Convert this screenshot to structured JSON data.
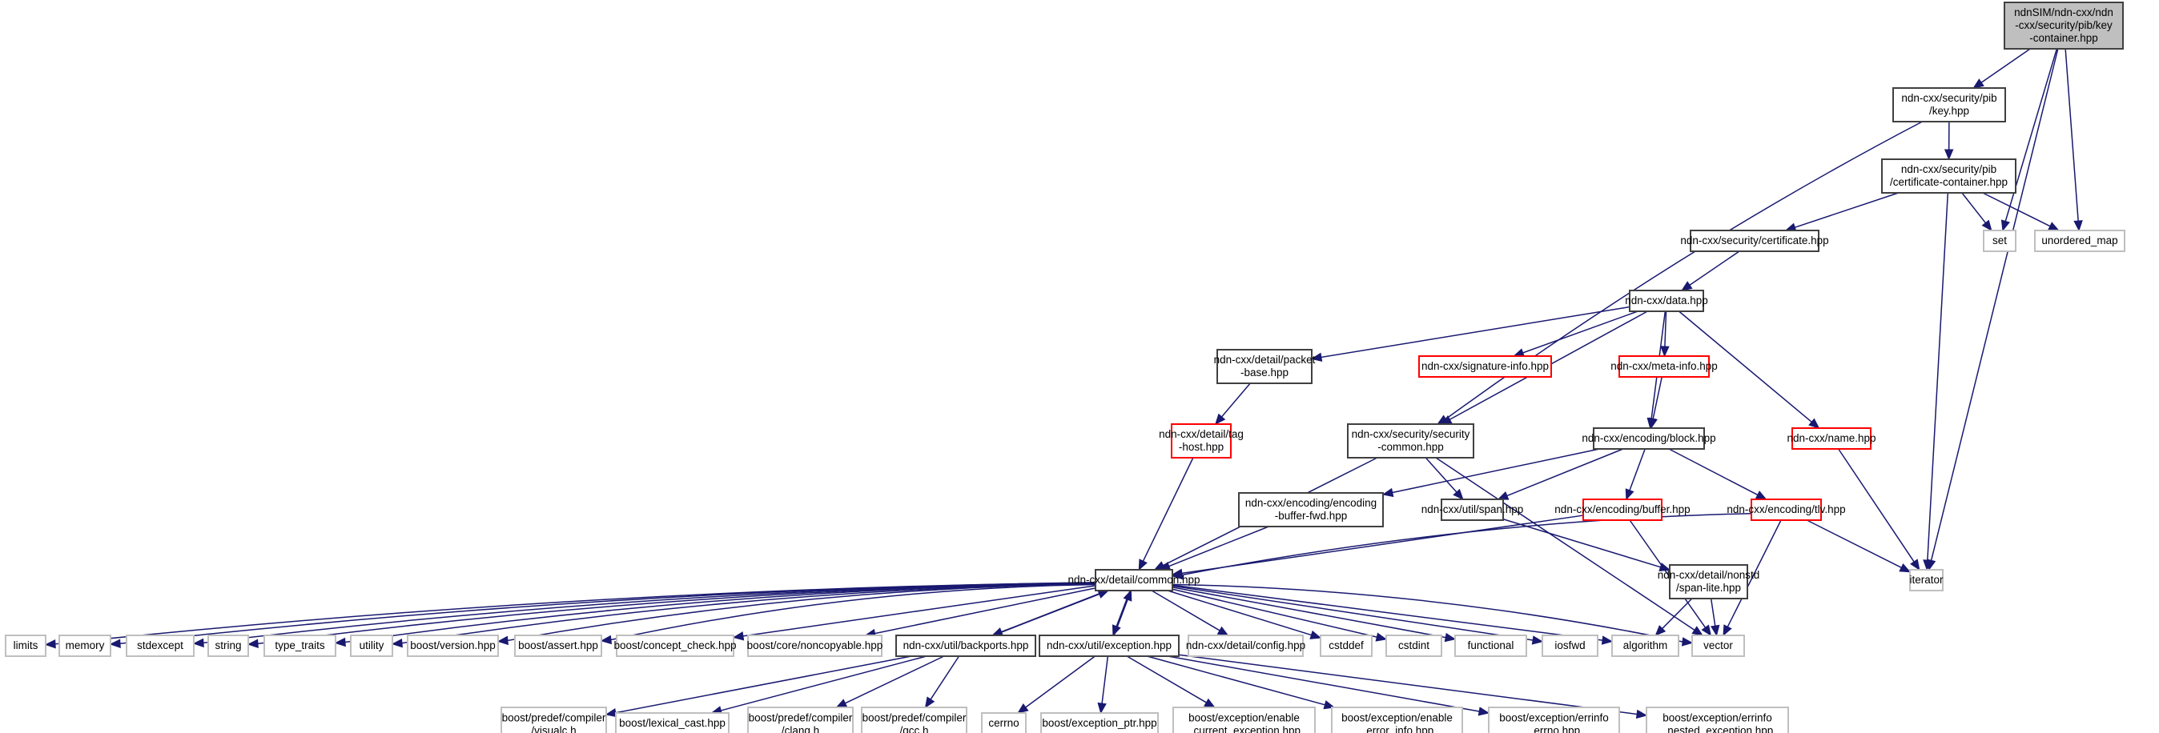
{
  "title": "ndnSIM/ndn-cxx/ndn-cxx/security/pib/key-container.hpp include dependency graph",
  "legend": {
    "root_fill": "#bfbfbf",
    "documented_border": "#404040",
    "undocumented_border": "#ff0000",
    "external_border": "#bfbfbf",
    "edge_color": "#191970"
  },
  "nodes": [
    {
      "id": "root",
      "kind": "root",
      "lines": [
        "ndnSIM/ndn-cxx/ndn",
        "-cxx/security/pib/key",
        "-container.hpp"
      ]
    },
    {
      "id": "key",
      "kind": "doc",
      "lines": [
        "ndn-cxx/security/pib",
        "/key.hpp"
      ]
    },
    {
      "id": "certcont",
      "kind": "doc",
      "lines": [
        "ndn-cxx/security/pib",
        "/certificate-container.hpp"
      ]
    },
    {
      "id": "set",
      "kind": "ext",
      "lines": [
        "set"
      ]
    },
    {
      "id": "umap",
      "kind": "ext",
      "lines": [
        "unordered_map"
      ]
    },
    {
      "id": "cert",
      "kind": "doc",
      "lines": [
        "ndn-cxx/security/certificate.hpp"
      ]
    },
    {
      "id": "data",
      "kind": "doc",
      "lines": [
        "ndn-cxx/data.hpp"
      ]
    },
    {
      "id": "packetbase",
      "kind": "doc",
      "lines": [
        "ndn-cxx/detail/packet",
        "-base.hpp"
      ]
    },
    {
      "id": "siginfo",
      "kind": "nodoc",
      "lines": [
        "ndn-cxx/signature-info.hpp"
      ]
    },
    {
      "id": "metainfo",
      "kind": "nodoc",
      "lines": [
        "ndn-cxx/meta-info.hpp"
      ]
    },
    {
      "id": "taghost",
      "kind": "nodoc",
      "lines": [
        "ndn-cxx/detail/tag",
        "-host.hpp"
      ]
    },
    {
      "id": "seccommon",
      "kind": "doc",
      "lines": [
        "ndn-cxx/security/security",
        "-common.hpp"
      ]
    },
    {
      "id": "block",
      "kind": "doc",
      "lines": [
        "ndn-cxx/encoding/block.hpp"
      ]
    },
    {
      "id": "name",
      "kind": "nodoc",
      "lines": [
        "ndn-cxx/name.hpp"
      ]
    },
    {
      "id": "encfwd",
      "kind": "doc",
      "lines": [
        "ndn-cxx/encoding/encoding",
        "-buffer-fwd.hpp"
      ]
    },
    {
      "id": "span",
      "kind": "doc",
      "lines": [
        "ndn-cxx/util/span.hpp"
      ]
    },
    {
      "id": "buffer",
      "kind": "nodoc",
      "lines": [
        "ndn-cxx/encoding/buffer.hpp"
      ]
    },
    {
      "id": "tlv",
      "kind": "nodoc",
      "lines": [
        "ndn-cxx/encoding/tlv.hpp"
      ]
    },
    {
      "id": "iterator",
      "kind": "ext",
      "lines": [
        "iterator"
      ]
    },
    {
      "id": "common",
      "kind": "doc",
      "lines": [
        "ndn-cxx/detail/common.hpp"
      ]
    },
    {
      "id": "spanlite",
      "kind": "doc",
      "lines": [
        "ndn-cxx/detail/nonstd",
        "/span-lite.hpp"
      ]
    },
    {
      "id": "limits",
      "kind": "ext",
      "lines": [
        "limits"
      ]
    },
    {
      "id": "memory",
      "kind": "ext",
      "lines": [
        "memory"
      ]
    },
    {
      "id": "stdexcept",
      "kind": "ext",
      "lines": [
        "stdexcept"
      ]
    },
    {
      "id": "string",
      "kind": "ext",
      "lines": [
        "string"
      ]
    },
    {
      "id": "typetraits",
      "kind": "ext",
      "lines": [
        "type_traits"
      ]
    },
    {
      "id": "utility",
      "kind": "ext",
      "lines": [
        "utility"
      ]
    },
    {
      "id": "bversion",
      "kind": "ext",
      "lines": [
        "boost/version.hpp"
      ]
    },
    {
      "id": "bassert",
      "kind": "ext",
      "lines": [
        "boost/assert.hpp"
      ]
    },
    {
      "id": "bconcept",
      "kind": "ext",
      "lines": [
        "boost/concept_check.hpp"
      ]
    },
    {
      "id": "bnoncopy",
      "kind": "ext",
      "lines": [
        "boost/core/noncopyable.hpp"
      ]
    },
    {
      "id": "backports",
      "kind": "doc",
      "lines": [
        "ndn-cxx/util/backports.hpp"
      ]
    },
    {
      "id": "exception",
      "kind": "doc",
      "lines": [
        "ndn-cxx/util/exception.hpp"
      ]
    },
    {
      "id": "config",
      "kind": "ext",
      "lines": [
        "ndn-cxx/detail/config.hpp"
      ]
    },
    {
      "id": "cstddef",
      "kind": "ext",
      "lines": [
        "cstddef"
      ]
    },
    {
      "id": "cstdint",
      "kind": "ext",
      "lines": [
        "cstdint"
      ]
    },
    {
      "id": "functional",
      "kind": "ext",
      "lines": [
        "functional"
      ]
    },
    {
      "id": "iosfwd",
      "kind": "ext",
      "lines": [
        "iosfwd"
      ]
    },
    {
      "id": "algorithm",
      "kind": "ext",
      "lines": [
        "algorithm"
      ]
    },
    {
      "id": "vector",
      "kind": "ext",
      "lines": [
        "vector"
      ]
    },
    {
      "id": "visualc",
      "kind": "ext",
      "lines": [
        "boost/predef/compiler",
        "/visualc.h"
      ]
    },
    {
      "id": "lexcast",
      "kind": "ext",
      "lines": [
        "boost/lexical_cast.hpp"
      ]
    },
    {
      "id": "clang",
      "kind": "ext",
      "lines": [
        "boost/predef/compiler",
        "/clang.h"
      ]
    },
    {
      "id": "gcc",
      "kind": "ext",
      "lines": [
        "boost/predef/compiler",
        "/gcc.h"
      ]
    },
    {
      "id": "cerrno",
      "kind": "ext",
      "lines": [
        "cerrno"
      ]
    },
    {
      "id": "excptr",
      "kind": "ext",
      "lines": [
        "boost/exception_ptr.hpp"
      ]
    },
    {
      "id": "enablecur",
      "kind": "ext",
      "lines": [
        "boost/exception/enable",
        "_current_exception.hpp"
      ]
    },
    {
      "id": "enableerr",
      "kind": "ext",
      "lines": [
        "boost/exception/enable",
        "_error_info.hpp"
      ]
    },
    {
      "id": "errinfoerrno",
      "kind": "ext",
      "lines": [
        "boost/exception/errinfo",
        "_errno.hpp"
      ]
    },
    {
      "id": "errinfonested",
      "kind": "ext",
      "lines": [
        "boost/exception/errinfo",
        "_nested_exception.hpp"
      ]
    }
  ],
  "edges": [
    [
      "root",
      "key"
    ],
    [
      "root",
      "set"
    ],
    [
      "root",
      "umap"
    ],
    [
      "root",
      "iterator"
    ],
    [
      "key",
      "certcont"
    ],
    [
      "key",
      "seccommon"
    ],
    [
      "certcont",
      "cert"
    ],
    [
      "certcont",
      "set"
    ],
    [
      "certcont",
      "umap"
    ],
    [
      "certcont",
      "iterator"
    ],
    [
      "cert",
      "data"
    ],
    [
      "data",
      "packetbase"
    ],
    [
      "data",
      "siginfo"
    ],
    [
      "data",
      "metainfo"
    ],
    [
      "data",
      "seccommon"
    ],
    [
      "data",
      "block"
    ],
    [
      "data",
      "name"
    ],
    [
      "packetbase",
      "taghost"
    ],
    [
      "taghost",
      "common"
    ],
    [
      "metainfo",
      "block"
    ],
    [
      "name",
      "iterator"
    ],
    [
      "seccommon",
      "common"
    ],
    [
      "seccommon",
      "span"
    ],
    [
      "seccommon",
      "vector"
    ],
    [
      "block",
      "encfwd"
    ],
    [
      "block",
      "span"
    ],
    [
      "block",
      "buffer"
    ],
    [
      "block",
      "tlv"
    ],
    [
      "encfwd",
      "common"
    ],
    [
      "span",
      "spanlite"
    ],
    [
      "buffer",
      "common"
    ],
    [
      "buffer",
      "vector"
    ],
    [
      "tlv",
      "common"
    ],
    [
      "tlv",
      "vector"
    ],
    [
      "tlv",
      "iterator"
    ],
    [
      "spanlite",
      "algorithm"
    ],
    [
      "spanlite",
      "vector"
    ],
    [
      "common",
      "limits"
    ],
    [
      "common",
      "memory"
    ],
    [
      "common",
      "stdexcept"
    ],
    [
      "common",
      "string"
    ],
    [
      "common",
      "typetraits"
    ],
    [
      "common",
      "utility"
    ],
    [
      "common",
      "bversion"
    ],
    [
      "common",
      "bassert"
    ],
    [
      "common",
      "bconcept"
    ],
    [
      "common",
      "bnoncopy"
    ],
    [
      "common",
      "backports"
    ],
    [
      "common",
      "exception"
    ],
    [
      "common",
      "config"
    ],
    [
      "common",
      "cstddef"
    ],
    [
      "common",
      "cstdint"
    ],
    [
      "common",
      "functional"
    ],
    [
      "common",
      "iosfwd"
    ],
    [
      "common",
      "algorithm"
    ],
    [
      "common",
      "vector"
    ],
    [
      "backports",
      "common"
    ],
    [
      "exception",
      "common"
    ],
    [
      "backports",
      "visualc"
    ],
    [
      "backports",
      "lexcast"
    ],
    [
      "backports",
      "clang"
    ],
    [
      "backports",
      "gcc"
    ],
    [
      "exception",
      "cerrno"
    ],
    [
      "exception",
      "excptr"
    ],
    [
      "exception",
      "enablecur"
    ],
    [
      "exception",
      "enableerr"
    ],
    [
      "exception",
      "errinfoerrno"
    ],
    [
      "exception",
      "errinfonested"
    ]
  ]
}
